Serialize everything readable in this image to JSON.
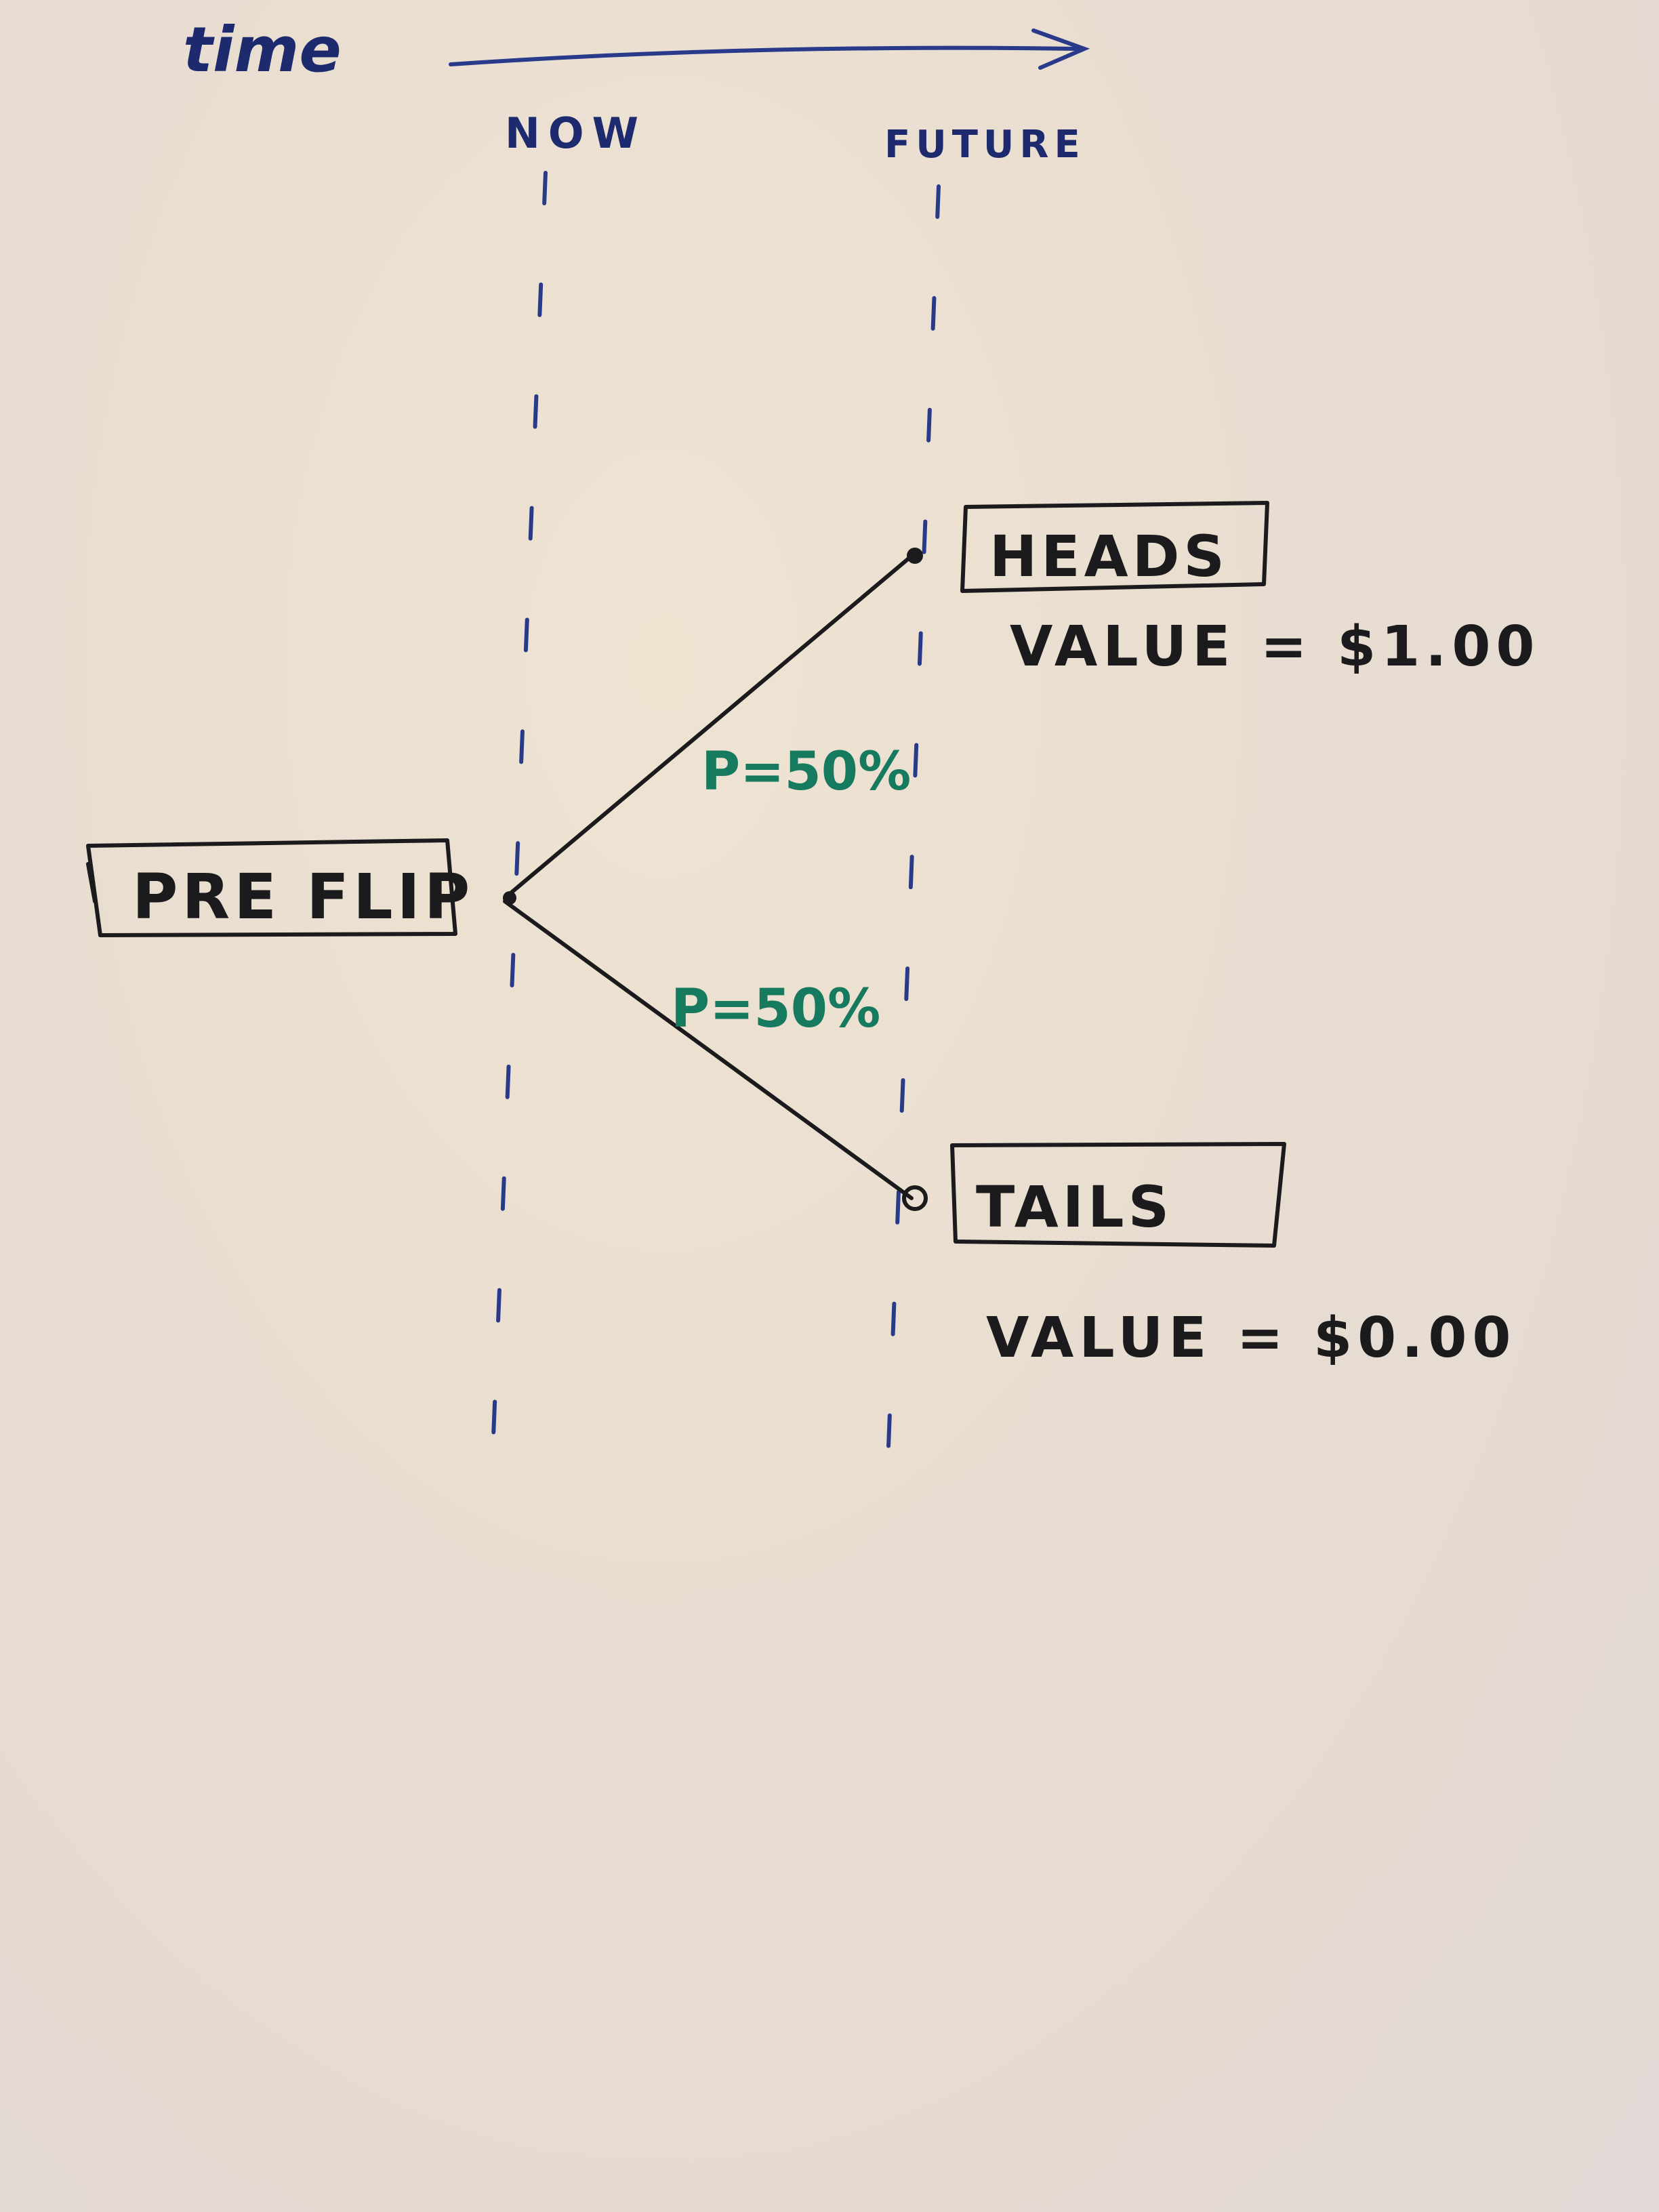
{
  "axis": {
    "time_label": "time"
  },
  "columns": {
    "now_label": "NOW",
    "future_label": "FUTURE"
  },
  "nodes": {
    "pre_flip": {
      "label": "PRE FLIP"
    },
    "heads": {
      "label": "HEADS",
      "value_text": "VALUE = $1.00"
    },
    "tails": {
      "label": "TAILS",
      "value_text": "VALUE = $0.00"
    }
  },
  "edges": {
    "to_heads": {
      "probability_text": "P=50%"
    },
    "to_tails": {
      "probability_text": "P=50%"
    }
  },
  "colors": {
    "blue_ink": "#1e2a6e",
    "black_ink": "#1b1a1c",
    "green_ink": "#157a5e",
    "paper": "#e8ddd0"
  }
}
